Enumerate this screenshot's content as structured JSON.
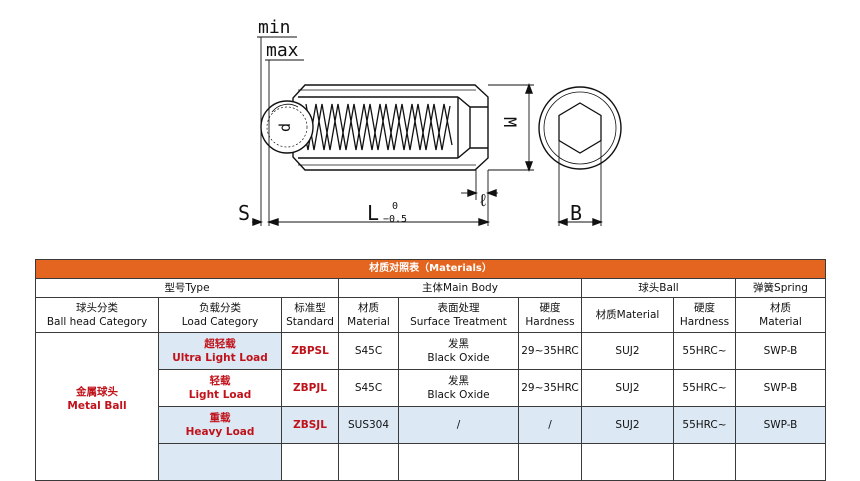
{
  "drawing": {
    "labels": {
      "min": "min",
      "max": "max",
      "d": "d",
      "M": "M",
      "S": "S",
      "L": "L",
      "L_tol_upper": "0",
      "L_tol_lower": "−0.5",
      "ell": "ℓ",
      "B": "B"
    }
  },
  "table": {
    "title": "材质对照表（Materials）",
    "groups": [
      "型号Type",
      "主体Main Body",
      "球头Ball",
      "弹簧Spring"
    ],
    "headers": [
      [
        "球头分类",
        "Ball head Category"
      ],
      [
        "负载分类",
        "Load Category"
      ],
      [
        "标准型",
        "Standard"
      ],
      [
        "材质",
        "Material"
      ],
      [
        "表面处理",
        "Surface Treatment"
      ],
      [
        "硬度",
        "Hardness"
      ],
      [
        "材质Material",
        ""
      ],
      [
        "硬度",
        "Hardness"
      ],
      [
        "材质",
        "Material"
      ]
    ],
    "category": [
      "金属球头",
      "Metal Ball"
    ],
    "rows": [
      {
        "load_cn": "超轻载",
        "load_en": "Ultra Light Load",
        "standard": "ZBPSL",
        "material": "S45C",
        "surface_cn": "发黑",
        "surface_en": "Black Oxide",
        "hardness": "29~35HRC",
        "ball_material": "SUJ2",
        "ball_hardness": "55HRC~",
        "spring_material": "SWP-B"
      },
      {
        "load_cn": "轻载",
        "load_en": "Light Load",
        "standard": "ZBPJL",
        "material": "S45C",
        "surface_cn": "发黑",
        "surface_en": "Black Oxide",
        "hardness": "29~35HRC",
        "ball_material": "SUJ2",
        "ball_hardness": "55HRC~",
        "spring_material": "SWP-B"
      },
      {
        "load_cn": "重载",
        "load_en": "Heavy Load",
        "standard": "ZBSJL",
        "material": "SUS304",
        "surface_cn": "/",
        "surface_en": "",
        "hardness": "/",
        "ball_material": "SUJ2",
        "ball_hardness": "55HRC~",
        "spring_material": "SWP-B"
      }
    ]
  }
}
